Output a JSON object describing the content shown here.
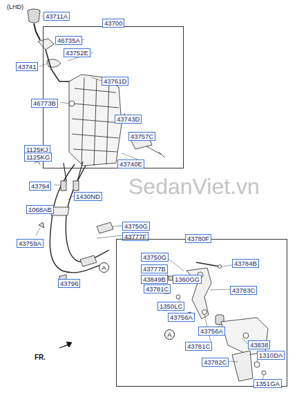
{
  "diagram": {
    "nodes": [
      {
        "text": [
          "43711A"
        ]
      },
      {
        "text": [
          "43700"
        ]
      },
      {
        "text": [
          "46735A"
        ],
        "in": 1
      },
      {
        "text": [
          "43752E"
        ],
        "in": 1
      },
      {
        "text": [
          "43741"
        ]
      },
      {
        "text": [
          "43761D"
        ],
        "in": 1
      },
      {
        "text": [
          "46773B"
        ]
      },
      {
        "text": [
          "43743D"
        ],
        "in": 1
      },
      {
        "text": [
          "43757C"
        ],
        "in": 1
      },
      {
        "text": [
          "43740E"
        ],
        "in": 1
      },
      {
        "text": [
          "1125KJ"
        ]
      },
      {
        "text": [
          "1125KG"
        ]
      },
      {
        "text": [
          "43794"
        ]
      },
      {
        "text": [
          "1430ND"
        ]
      },
      {
        "text": [
          "1068AB"
        ]
      },
      {
        "text": [
          "43750G"
        ]
      },
      {
        "text": [
          "43777F"
        ]
      },
      {
        "text": [
          "43759A"
        ]
      },
      {
        "text": [
          "A"
        ]
      },
      {
        "text": [
          "43796"
        ]
      },
      {
        "text": [
          "43780F"
        ]
      },
      {
        "text": [
          "43750G"
        ],
        "in": 20
      },
      {
        "text": [
          "43784B"
        ],
        "in": 20
      },
      {
        "text": [
          "43777B"
        ],
        "in": 20
      },
      {
        "text": [
          "43849B"
        ],
        "in": 20
      },
      {
        "text": [
          "1360GG"
        ],
        "in": 20
      },
      {
        "text": [
          "43781C"
        ],
        "in": 20
      },
      {
        "text": [
          "43783C"
        ],
        "in": 20
      },
      {
        "text": [
          "1350LC"
        ],
        "in": 20
      },
      {
        "text": [
          "43756A"
        ],
        "in": 20
      },
      {
        "text": [
          "43756A"
        ],
        "in": 20
      },
      {
        "text": [
          "A"
        ],
        "in": 20
      },
      {
        "text": [
          "43781C"
        ],
        "in": 20
      },
      {
        "text": [
          "43838"
        ],
        "in": 20
      },
      {
        "text": [
          "1310DA"
        ],
        "in": 20
      },
      {
        "text": [
          "43782C"
        ],
        "in": 20
      },
      {
        "text": [
          "1351GA"
        ],
        "in": 20
      }
    ],
    "labels": [
      "(LHD)",
      "FR.",
      "SedanViet.vn"
    ]
  }
}
